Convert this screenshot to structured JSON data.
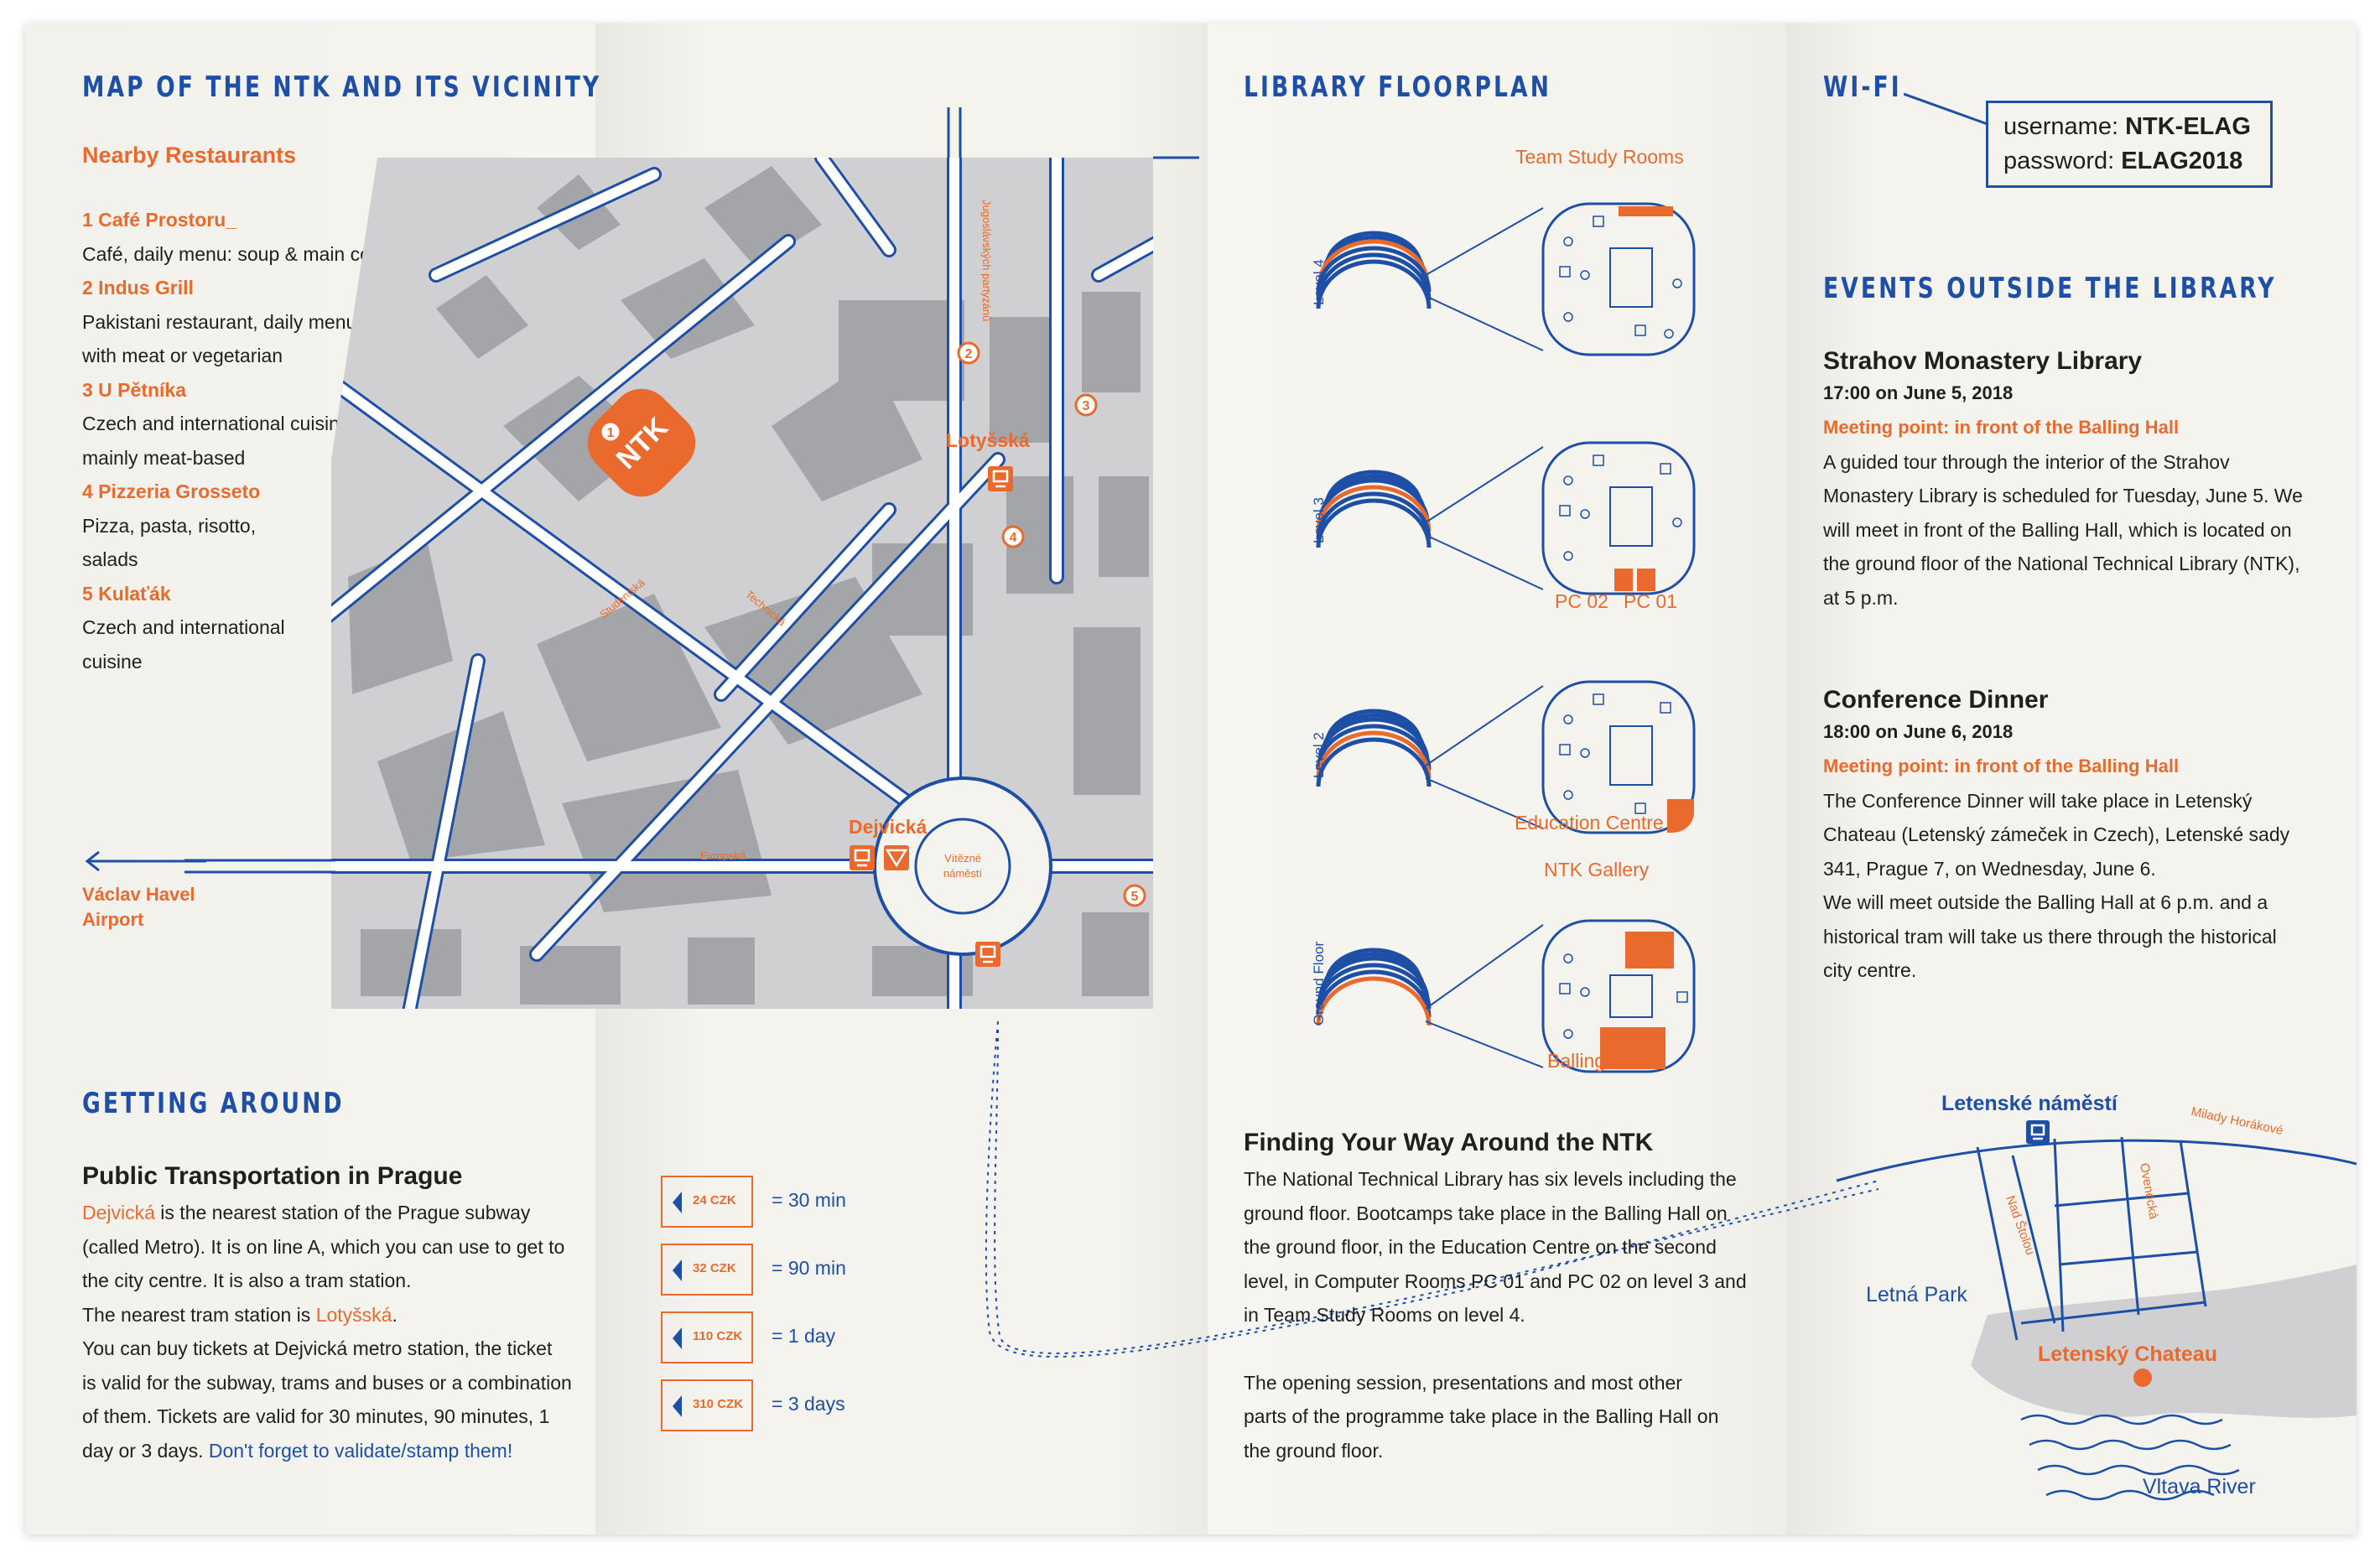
{
  "map_section": {
    "title": "MAP OF THE NTK AND ITS VICINITY",
    "restaurants_heading": "Nearby Restaurants",
    "restaurants": [
      {
        "name": "1  Café Prostoru_",
        "desc": [
          "Café, daily menu: soup & main course, sandwiches"
        ]
      },
      {
        "name": "2  Indus Grill",
        "desc": [
          "Pakistani restaurant, daily menu:",
          "with meat or vegetarian"
        ]
      },
      {
        "name": "3   U Pětníka",
        "desc": [
          "Czech and international cuisine,",
          "mainly meat-based"
        ]
      },
      {
        "name": "4  Pizzeria Grosseto",
        "desc": [
          "Pizza, pasta, risotto,",
          "salads"
        ]
      },
      {
        "name": "5 Kulaťák",
        "desc": [
          "Czech and international",
          "cuisine"
        ]
      }
    ],
    "airport_label": [
      "Václav Havel",
      "Airport"
    ],
    "map_labels": {
      "ntk": "NTK",
      "lotysska": "Lotyšská",
      "dejvicka": "Dejvická",
      "vitezne": [
        "Vítězné",
        "náměstí"
      ],
      "street_jug": "Jugoslávských partyzánů",
      "street_stud": "Studentská",
      "street_tech": "Technická",
      "street_evr": "Evropská",
      "markers": [
        "1",
        "2",
        "3",
        "4",
        "5"
      ]
    }
  },
  "getting_around": {
    "title": "GETTING AROUND",
    "subtitle": "Public Transportation in Prague",
    "p1_station": "Dejvická",
    "p1_rest": " is the nearest station of the Prague subway",
    "p1_lines": [
      "(called Metro). It is on line A, which you can use to get to",
      "the city centre. It is also a tram station."
    ],
    "p2_prefix": "The nearest tram station is ",
    "p2_station": "Lotyšská",
    "p2_suffix": ".",
    "p3_lines": [
      "You can buy tickets at Dejvická metro station, the ticket",
      "is valid for the subway, trams and buses or a combination",
      "of them. Tickets are valid for 30 minutes, 90 minutes, 1"
    ],
    "p3_last": "day or 3 days. ",
    "p3_link": "Don't forget to validate/stamp them!",
    "tickets": [
      {
        "price": "24 CZK",
        "duration": "=  30 min"
      },
      {
        "price": "32 CZK",
        "duration": "=  90 min"
      },
      {
        "price": "110 CZK",
        "duration": "=  1 day"
      },
      {
        "price": "310 CZK",
        "duration": "=  3 days"
      }
    ]
  },
  "floorplan": {
    "title": "LIBRARY FLOORPLAN",
    "levels": [
      "Level 4",
      "Level 3",
      "Level 2",
      "Ground Floor"
    ],
    "labels": {
      "team_study": "Team Study Rooms",
      "pc02": "PC 02",
      "pc01": "PC 01",
      "education": "Education Centre",
      "gallery": "NTK Gallery",
      "balling": "Balling Hall"
    },
    "finding_title": "Finding Your Way Around the NTK",
    "finding_lines": [
      "The National Technical Library has six levels including the",
      "ground floor. Bootcamps take place in the Balling Hall on",
      "the ground floor, in the Education Centre on the second",
      "level, in Computer Rooms PC 01 and PC 02 on level 3 and",
      "in Team Study Rooms on level 4."
    ],
    "finding_lines2": [
      "The opening session, presentations and most other",
      "parts of the programme take place in the Balling Hall on",
      "the ground floor."
    ]
  },
  "wifi": {
    "title": "WI-FI",
    "username_label": "username: ",
    "username": "NTK-ELAG",
    "password_label": "password: ",
    "password": "ELAG2018"
  },
  "events": {
    "title": "EVENTS OUTSIDE THE LIBRARY",
    "items": [
      {
        "name": "Strahov Monastery Library",
        "time": "17:00 on June 5, 2018",
        "meeting": "Meeting point: in front of the Balling Hall",
        "lines": [
          "A guided tour through the interior of the Strahov",
          "Monastery Library is scheduled for Tuesday, June 5. We",
          "will meet in front of the Balling Hall, which is located on",
          "the ground floor of the National Technical Library (NTK),",
          "at 5 p.m."
        ]
      },
      {
        "name": "Conference Dinner",
        "time": "18:00 on June 6, 2018",
        "meeting": "Meeting point: in front of the Balling Hall",
        "lines": [
          "The Conference Dinner will take place in Letenský",
          "Chateau (Letenský zámeček in Czech), Letenské sady",
          "341, Prague 7, on Wednesday, June 6.",
          "We will meet outside the Balling Hall at 6 p.m. and a",
          "historical tram will take us there through the historical",
          "city centre."
        ]
      }
    ],
    "map": {
      "letenske": "Letenské náměstí",
      "milady": "Milady Horákové",
      "nad_stolou": "Nad Štolou",
      "ovenecka": "Ovenecká",
      "park": "Letná Park",
      "chateau": "Letenský Chateau",
      "river": "Vltava River"
    }
  },
  "colors": {
    "blue": "#1e4fa6",
    "orange": "#ea6a2d",
    "paper": "#f4f3ee",
    "map_gray": "#a8a9ad"
  }
}
